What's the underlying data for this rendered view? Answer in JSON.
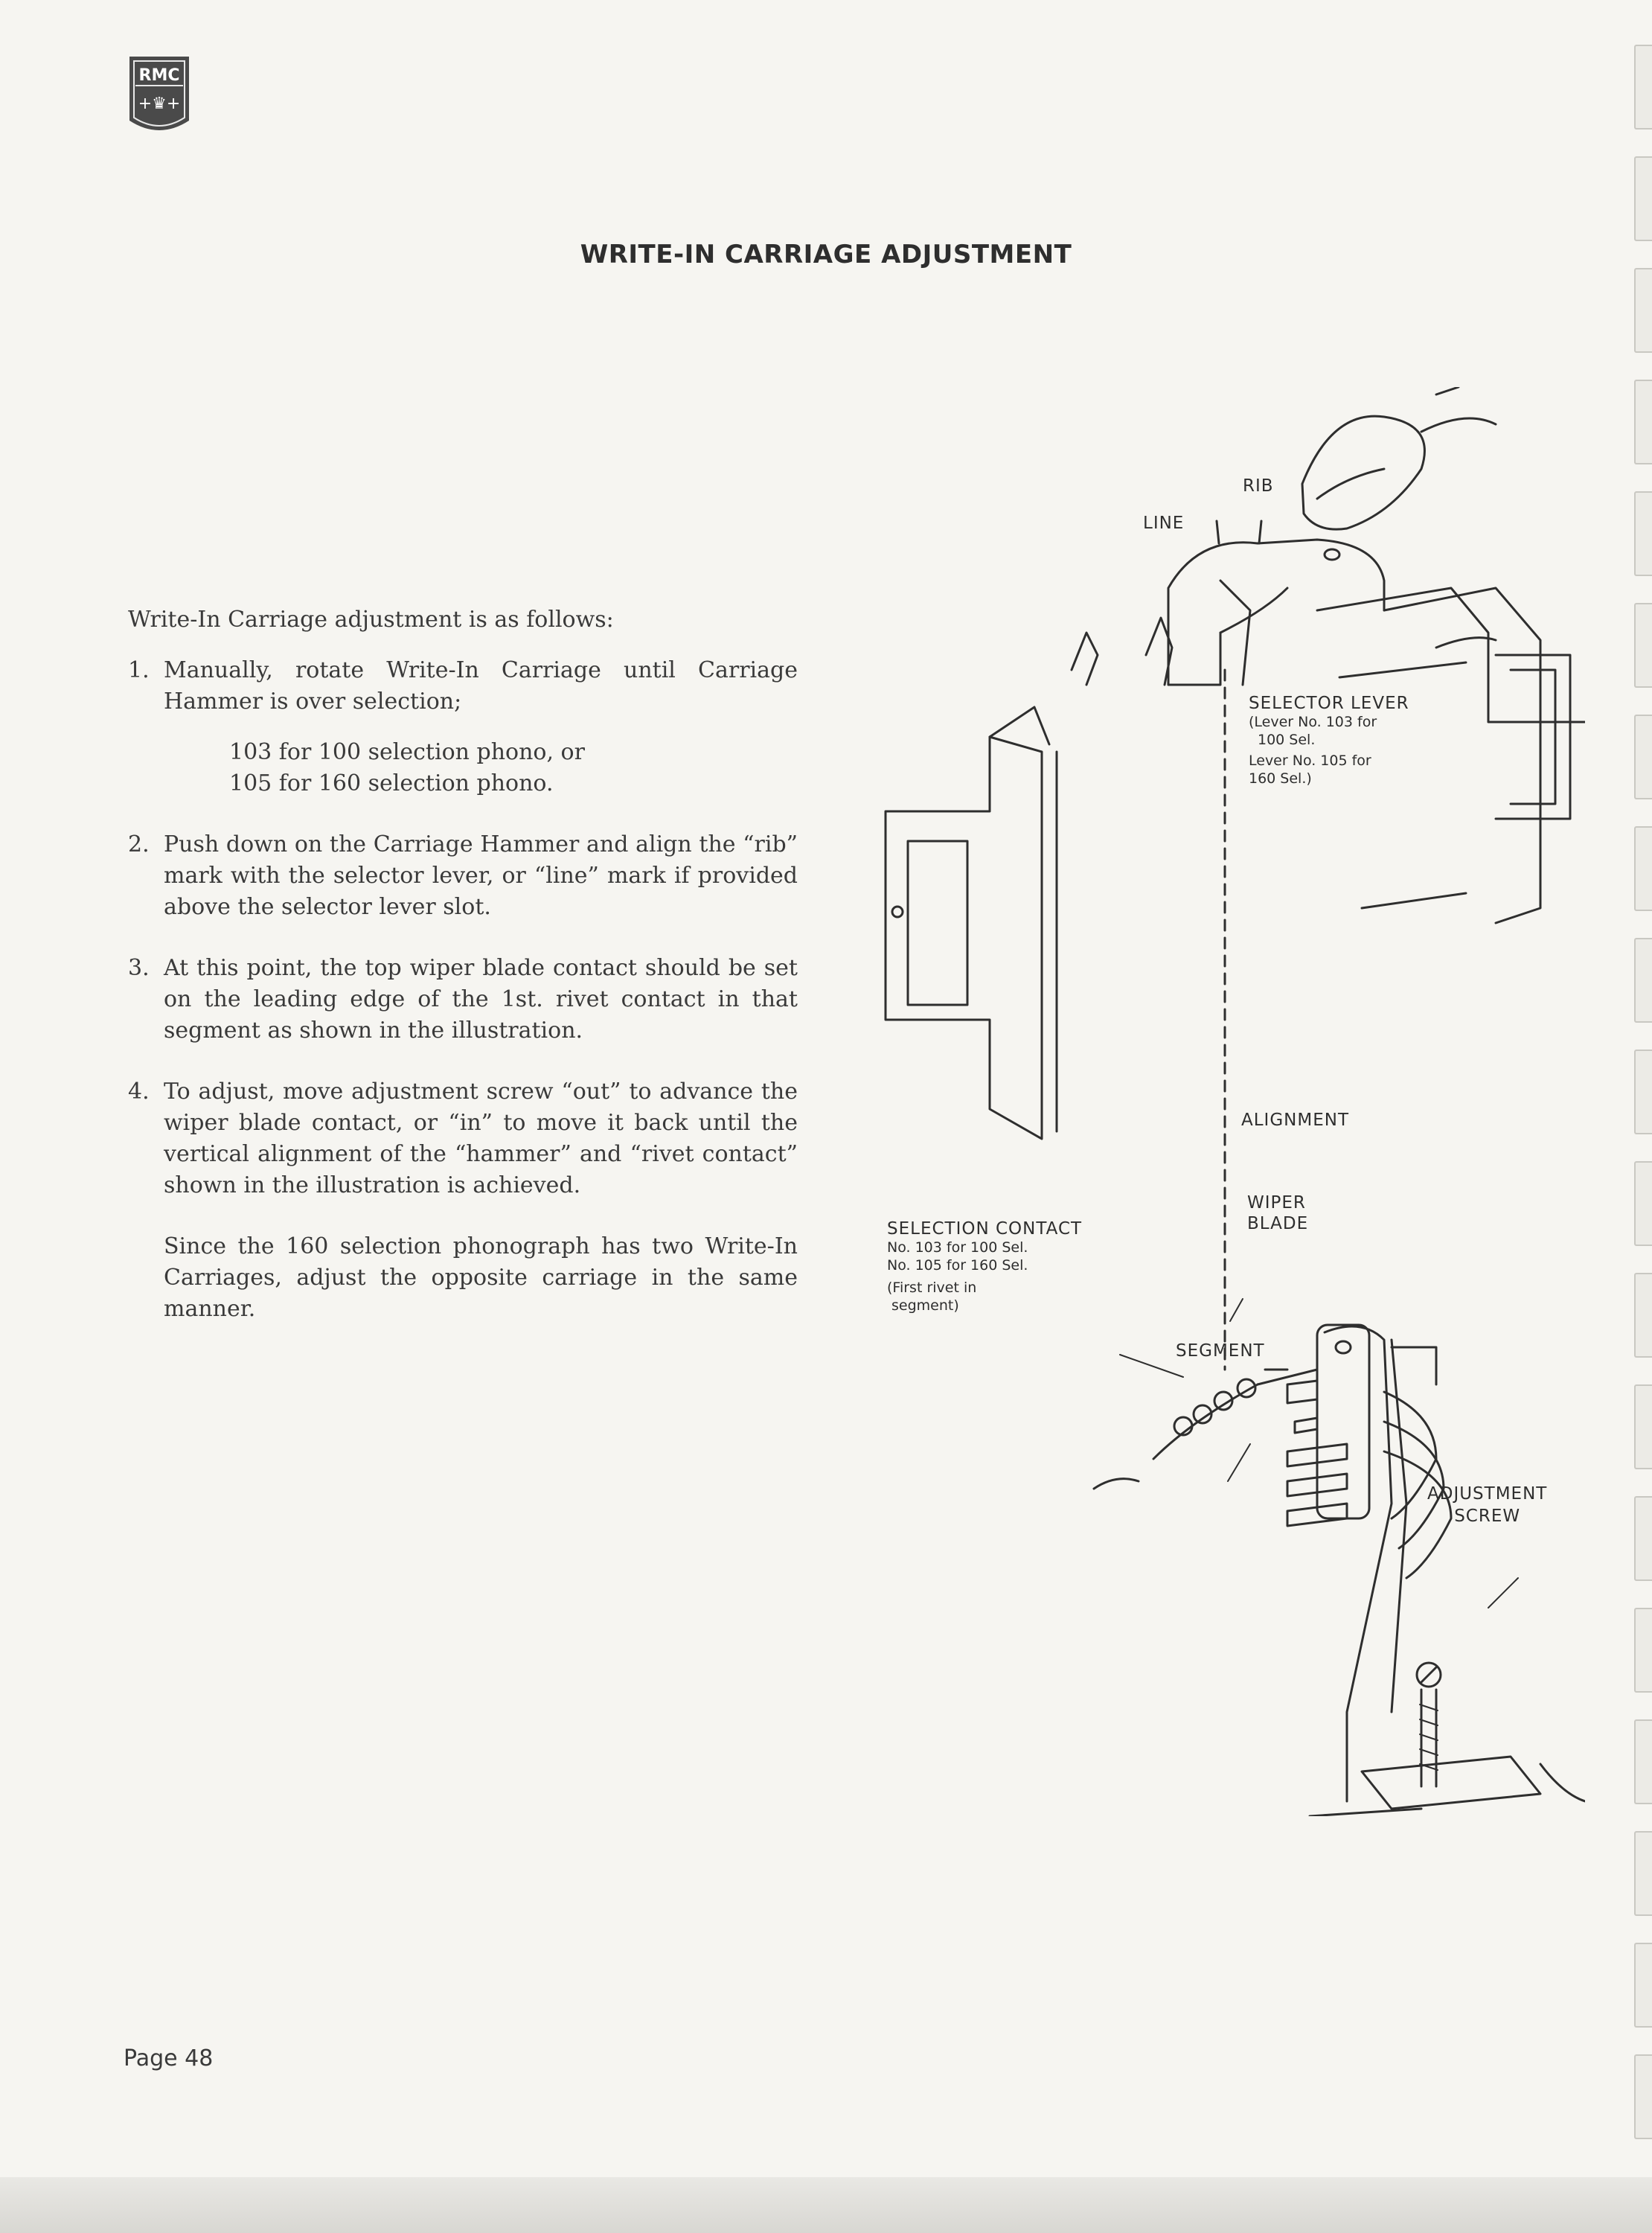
{
  "logo": {
    "text": "RMC",
    "crest": "+♛+"
  },
  "title": "WRITE-IN CARRIAGE ADJUSTMENT",
  "intro": "Write-In Carriage adjustment is as follows:",
  "steps": [
    {
      "num": "1.",
      "text": "Manually, rotate Write-In Carriage until Carriage Hammer is over selection;",
      "sub": [
        "103 for 100 selection phono, or",
        "105 for 160 selection phono."
      ]
    },
    {
      "num": "2.",
      "text": "Push down on the Carriage Hammer and align the “rib” mark with the selector lever, or “line” mark if provided above the selector lever slot."
    },
    {
      "num": "3.",
      "text": "At this point, the top wiper blade contact should be set on the leading edge of the 1st. rivet contact in that segment as shown in the illustration."
    },
    {
      "num": "4.",
      "text": "To adjust, move adjustment screw “out” to advance the wiper blade contact, or “in” to move it back until the vertical alignment of the “hammer” and “rivet contact” shown in the illustration is achieved."
    }
  ],
  "closing": "Since the 160 selection phonograph has two Write-In Carriages, adjust the opposite carriage in the same manner.",
  "footer": "Page 48",
  "figure": {
    "rib": "RIB",
    "line": "LINE",
    "selector_lever": [
      "SELECTOR LEVER",
      "(Lever No. 103 for",
      "100 Sel.",
      "Lever No. 105 for",
      "160 Sel.)"
    ],
    "alignment": "ALIGNMENT",
    "wiper_blade": [
      "WIPER",
      "BLADE"
    ],
    "selection_contact": [
      "SELECTION CONTACT",
      "No. 103 for 100 Sel.",
      "No. 105 for 160 Sel.",
      "(First rivet in",
      "segment)"
    ],
    "segment": "SEGMENT",
    "adjustment_screw": [
      "ADJUSTMENT",
      "SCREW"
    ]
  }
}
